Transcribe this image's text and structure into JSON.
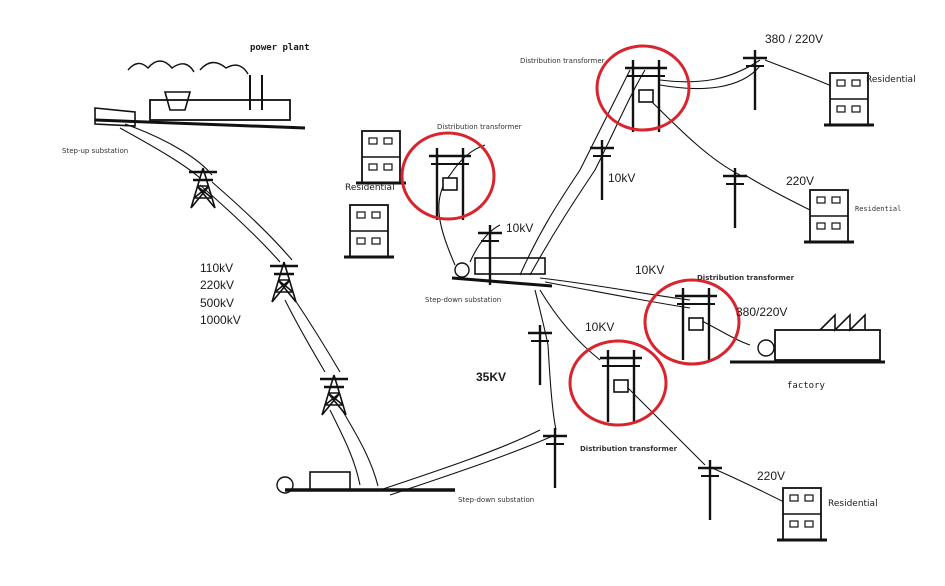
{
  "labels": {
    "power_plant": "power plant",
    "stepup_substation": "Step-up substation",
    "transmission_voltages": [
      "110kV",
      "220kV",
      "500kV",
      "1000kV"
    ],
    "stepdown_substation_main": "Step-down substation",
    "stepdown_substation_bottom": "Step-down substation",
    "kv35": "35KV",
    "kv10_a": "10kV",
    "kv10_b": "10kV",
    "kv10_c": "10KV",
    "kv10_d": "10KV",
    "dist_transformer_left": "Distribution transformer",
    "dist_transformer_top": "Distribution transformer",
    "dist_transformer_mid": "Distribution transformer",
    "dist_transformer_bottom": "Distribution transformer",
    "residential_left": "Residential",
    "residential_topright": "Residential",
    "residential_right": "Residential",
    "residential_bottom": "Residential",
    "factory": "factory",
    "v380_220_top": "380 / 220V",
    "v380_220_mid": "380/220V",
    "v220_right": "220V",
    "v220_bottom": "220V"
  },
  "colors": {
    "line": "#111111",
    "highlight": "#d9232d"
  }
}
